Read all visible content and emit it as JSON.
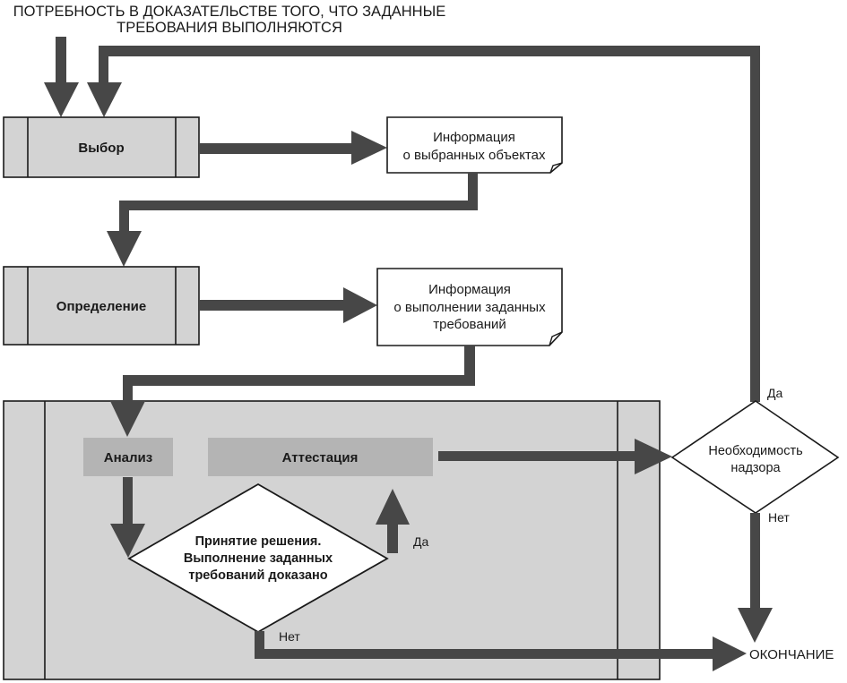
{
  "diagram": {
    "title_lines": [
      "ПОТРЕБНОСТЬ В ДОКАЗАТЕЛЬСТВЕ ТОГО, ЧТО ЗАДАННЫЕ",
      "ТРЕБОВАНИЯ ВЫПОЛНЯЮТСЯ"
    ],
    "colors": {
      "process_fill": "#d3d3d3",
      "subprocess_fill": "#b4b4b4",
      "arrow": "#474747",
      "stroke": "#1a1a1a",
      "document_fill": "#ffffff"
    },
    "processes": {
      "select": "Выбор",
      "determine": "Определение",
      "analysis": "Анализ",
      "attestation": "Аттестация"
    },
    "documents": {
      "selected_info": [
        "Информация",
        "о выбранных объектах"
      ],
      "compliance_info": [
        "Информация",
        "о выполнении заданных",
        "требований"
      ]
    },
    "decisions": {
      "proven": [
        "Принятие решения.",
        "Выполнение заданных",
        "требований доказано"
      ],
      "supervision": [
        "Необходимость",
        "надзора"
      ]
    },
    "labels": {
      "yes": "Да",
      "no": "Нет",
      "end": "ОКОНЧАНИЕ"
    }
  }
}
